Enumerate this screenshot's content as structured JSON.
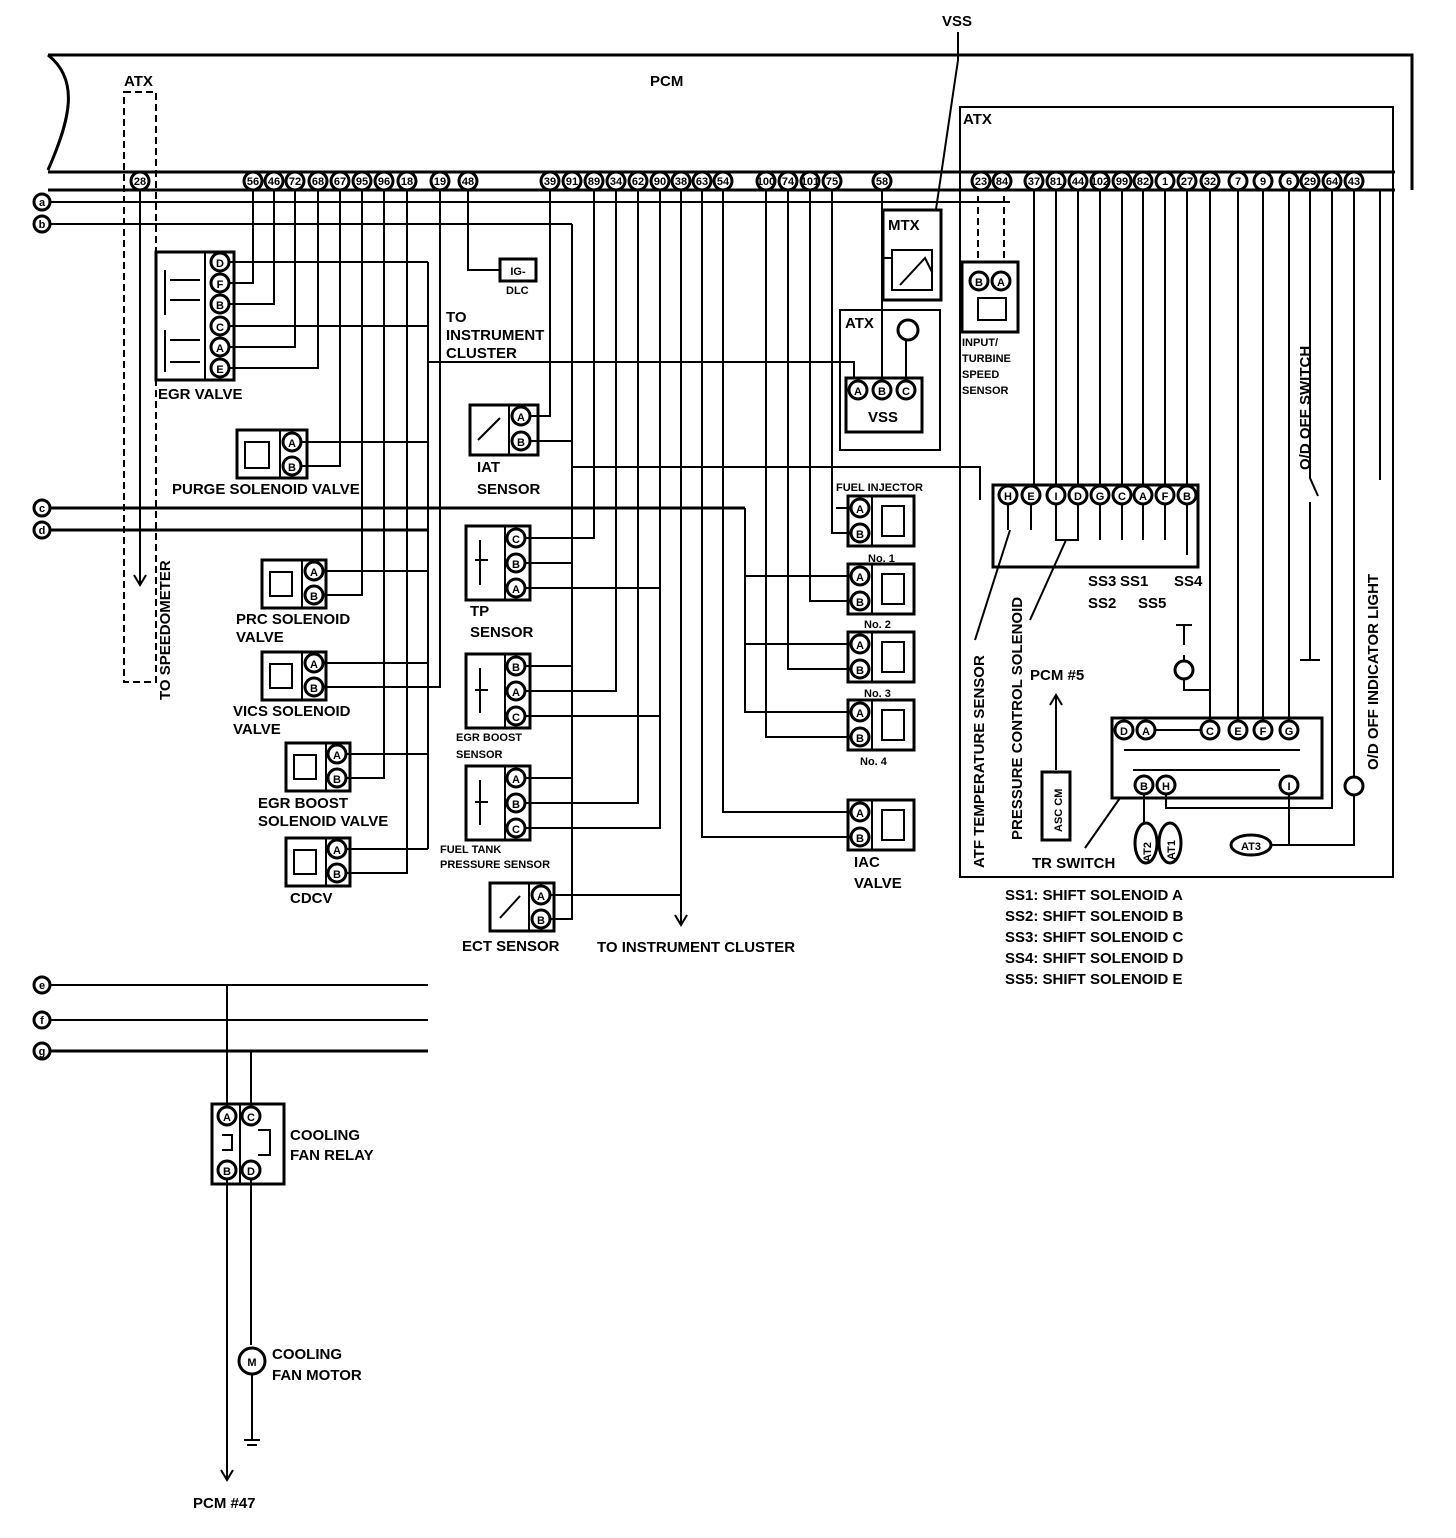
{
  "title_pcm": "PCM",
  "vss_top": "VSS",
  "atx_left": "ATX",
  "atx_right": "ATX",
  "atx_vss_box": "ATX",
  "mtx_box": "MTX",
  "bus_lines": [
    "a",
    "b",
    "c",
    "d",
    "e",
    "f",
    "g"
  ],
  "pins_left": [
    "28",
    "56",
    "46",
    "72",
    "68",
    "67",
    "95",
    "96",
    "18",
    "19",
    "48"
  ],
  "pins_mid": [
    "39",
    "91",
    "89",
    "34",
    "62",
    "90",
    "38",
    "63",
    "54",
    "100",
    "74",
    "101",
    "75",
    "58"
  ],
  "pins_right": [
    "23",
    "84",
    "37",
    "81",
    "44",
    "102",
    "99",
    "82",
    "1",
    "27",
    "32",
    "7",
    "9",
    "6",
    "29",
    "64",
    "43"
  ],
  "egr_valve": {
    "label": "EGR VALVE",
    "pins": [
      "D",
      "F",
      "B",
      "C",
      "A",
      "E"
    ]
  },
  "purge": {
    "label": "PURGE SOLENOID VALVE",
    "pins": [
      "A",
      "B"
    ]
  },
  "prc": {
    "label1": "PRC SOLENOID",
    "label2": "VALVE",
    "pins": [
      "A",
      "B"
    ]
  },
  "vics": {
    "label1": "VICS SOLENOID",
    "label2": "VALVE",
    "pins": [
      "A",
      "B"
    ]
  },
  "egr_boost_sv": {
    "label1": "EGR BOOST",
    "label2": "SOLENOID VALVE",
    "pins": [
      "A",
      "B"
    ]
  },
  "cdcv": {
    "label": "CDCV",
    "pins": [
      "A",
      "B"
    ]
  },
  "ig_dlc": {
    "box": "IG-",
    "label": "DLC"
  },
  "to_instr_cluster_1": [
    "TO",
    "INSTRUMENT",
    "CLUSTER"
  ],
  "iat": {
    "label1": "IAT",
    "label2": "SENSOR",
    "pins": [
      "A",
      "B"
    ]
  },
  "tp": {
    "label1": "TP",
    "label2": "SENSOR",
    "pins": [
      "C",
      "B",
      "A"
    ]
  },
  "egr_boost_sensor": {
    "label1": "EGR BOOST",
    "label2": "SENSOR",
    "pins": [
      "B",
      "A",
      "C"
    ]
  },
  "fuel_tank": {
    "label1": "FUEL TANK",
    "label2": "PRESSURE SENSOR",
    "pins": [
      "A",
      "B",
      "C"
    ]
  },
  "ect": {
    "label": "ECT SENSOR",
    "pins": [
      "A",
      "B"
    ]
  },
  "to_instr_cluster_2": "TO INSTRUMENT CLUSTER",
  "to_speedometer": "TO SPEEDOMETER",
  "vss_box": {
    "label": "VSS",
    "pins": [
      "A",
      "B",
      "C"
    ]
  },
  "fuel_injector": {
    "label": "FUEL INJECTOR",
    "items": [
      "No. 1",
      "No. 2",
      "No. 3",
      "No. 4"
    ],
    "pins": [
      "A",
      "B"
    ]
  },
  "iac": {
    "label1": "IAC",
    "label2": "VALVE",
    "pins": [
      "A",
      "B"
    ]
  },
  "input_turbine": {
    "lines": [
      "INPUT/",
      "TURBINE",
      "SPEED",
      "SENSOR"
    ],
    "pins": [
      "B",
      "A"
    ]
  },
  "solenoid_block": {
    "pins": [
      "H",
      "E",
      "I",
      "D",
      "G",
      "C",
      "A",
      "F",
      "B"
    ]
  },
  "ss_labels": [
    "SS3",
    "SS1",
    "SS4",
    "SS2",
    "SS5"
  ],
  "atf_temp": "ATF TEMPERATURE SENSOR",
  "pressure_ctrl": "PRESSURE CONTROL SOLENOID",
  "od_off_switch": "O/D OFF SWITCH",
  "od_off_light": "O/D OFF INDICATOR LIGHT",
  "pcm5": "PCM #5",
  "asc_cm": "ASC CM",
  "tr_switch": {
    "label": "TR SWITCH",
    "pins_top": [
      "D",
      "A",
      "C",
      "E",
      "F",
      "G"
    ],
    "pins_bottom": [
      "B",
      "H",
      "I"
    ]
  },
  "at_labels": [
    "AT2",
    "AT1",
    "AT3"
  ],
  "legend": [
    "SS1: SHIFT SOLENOID A",
    "SS2: SHIFT SOLENOID B",
    "SS3: SHIFT SOLENOID C",
    "SS4: SHIFT SOLENOID D",
    "SS5: SHIFT SOLENOID E"
  ],
  "relay": {
    "label1": "COOLING",
    "label2": "FAN RELAY",
    "pins": [
      "A",
      "C",
      "B",
      "D"
    ]
  },
  "motor": {
    "label1": "COOLING",
    "label2": "FAN MOTOR",
    "symbol": "M"
  },
  "pcm47": "PCM #47"
}
